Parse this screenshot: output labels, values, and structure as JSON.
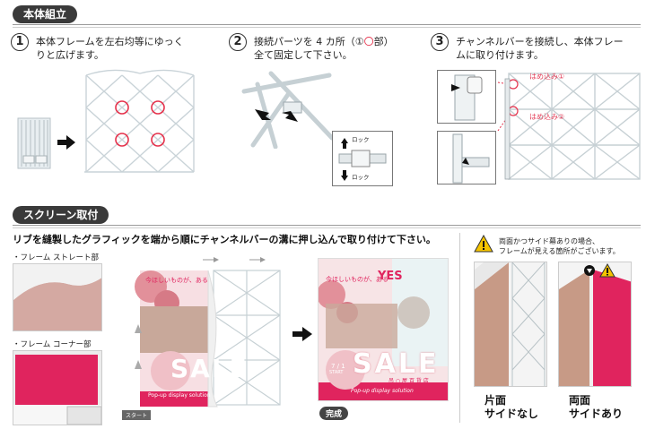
{
  "section1": {
    "title": "本体組立"
  },
  "section2": {
    "title": "スクリーン取付"
  },
  "steps": [
    {
      "num": "1",
      "line1": "本体フレームを左右均等にゆっく",
      "line2": "りと広げます。"
    },
    {
      "num": "2",
      "line1": "接続パーツを 4 カ所（①",
      "circle": "〇",
      "line1b": "部）",
      "line2": "全て固定して下さい。"
    },
    {
      "num": "3",
      "line1": "チャンネルバーを接続し、本体フレー",
      "line2": "ムに取り付けます。"
    }
  ],
  "step2_labels": {
    "lock_top": "ロック",
    "lock_bottom": "ロック"
  },
  "step3_labels": {
    "fit1": "はめ込み①",
    "fit2": "はめ込み②"
  },
  "instruction": "リブを縫製したグラフィックを端から順にチャンネルバーの溝に押し込んで取り付けて下さい。",
  "frame_straight": "・フレーム  ストレート部",
  "frame_corner": "・フレーム  コーナー部",
  "warning": {
    "line1": "両面かつサイド幕ありの場合、",
    "line2": "フレームが見える箇所がございます。"
  },
  "variants": [
    {
      "line1": "片面",
      "line2": "サイドなし"
    },
    {
      "line1": "両面",
      "line2": "サイドあり"
    }
  ],
  "banner": {
    "headline": "今ほしいものが、ある",
    "yes": "YES",
    "sale": "SALE",
    "date": "7 / 1",
    "start": "START",
    "store": "吊  ○ 屋 百 貨 店",
    "footer": "Pop-up display solution"
  },
  "start_tag": "スタート",
  "complete_tag": "完成",
  "colors": {
    "accent": "#e0245e",
    "header": "#3a3a3a",
    "warning": "#f5c400",
    "circle": "#e5304a"
  }
}
